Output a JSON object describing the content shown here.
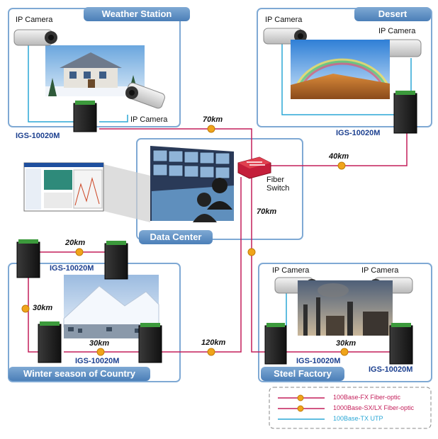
{
  "sites": {
    "weather": {
      "title": "Weather Station",
      "camera1": "IP Camera",
      "camera2": "IP Camera",
      "switch": "IGS-10020M"
    },
    "desert": {
      "title": "Desert",
      "camera1": "IP Camera",
      "camera2": "IP Camera",
      "switch": "IGS-10020M"
    },
    "datacenter": {
      "title": "Data Center",
      "fiber_switch": "Fiber\nSwitch"
    },
    "winter": {
      "title": "Winter season of Country",
      "switch_top": "IGS-10020M",
      "switch_bottom": "IGS-10020M"
    },
    "steel": {
      "title": "Steel Factory",
      "camera1": "IP Camera",
      "camera2": "IP Camera",
      "switch_left": "IGS-10020M",
      "switch_right": "IGS-10020M"
    }
  },
  "distances": {
    "weather_to_center": "70km",
    "desert_to_center": "40km",
    "center_to_steel": "70km",
    "winter_top": "20km",
    "winter_left": "30km",
    "winter_bottom": "30km",
    "winter_to_center": "120km",
    "steel_link": "30km"
  },
  "legend": {
    "items": [
      {
        "label": "100Base-FX Fiber-optic",
        "color": "#c41e5a"
      },
      {
        "label": "1000Base-SX/LX Fiber-optic",
        "color": "#c41e5a"
      },
      {
        "label": "100Base-TX UTP",
        "color": "#2aa7d6"
      }
    ]
  },
  "colors": {
    "fiber": "#c41e5a",
    "utp": "#2aa7d6",
    "frame": "#7fa9d4",
    "tab": "#5a8cc4",
    "switch_label": "#1b3f8f"
  }
}
